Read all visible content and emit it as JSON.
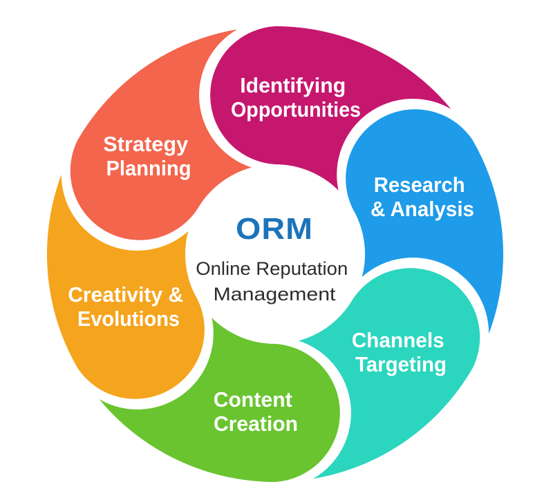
{
  "background": "#ffffff",
  "label_text_color": "#ffffff",
  "center": {
    "acronym": "ORM",
    "acronym_color": "#1B74B9",
    "subtitle_line1": "Online Reputation",
    "subtitle_line2": "Management",
    "subtitle_color": "#2D2D2D"
  },
  "segments": [
    {
      "id": "identifying-opportunities",
      "line1": "Identifying",
      "line2": "Opportunities",
      "color": "#C6176F"
    },
    {
      "id": "research-analysis",
      "line1": "Research",
      "line2": "& Analysis",
      "color": "#1E9BE9"
    },
    {
      "id": "channels-targeting",
      "line1": "Channels",
      "line2": "Targeting",
      "color": "#2BD5BE"
    },
    {
      "id": "content-creation",
      "line1": "Content",
      "line2": "Creation",
      "color": "#69C42F"
    },
    {
      "id": "creativity-evolutions",
      "line1": "Creativity &",
      "line2": "Evolutions",
      "color": "#F5A41D"
    },
    {
      "id": "strategy-planning",
      "line1": "Strategy",
      "line2": "Planning",
      "color": "#F3654C"
    }
  ]
}
